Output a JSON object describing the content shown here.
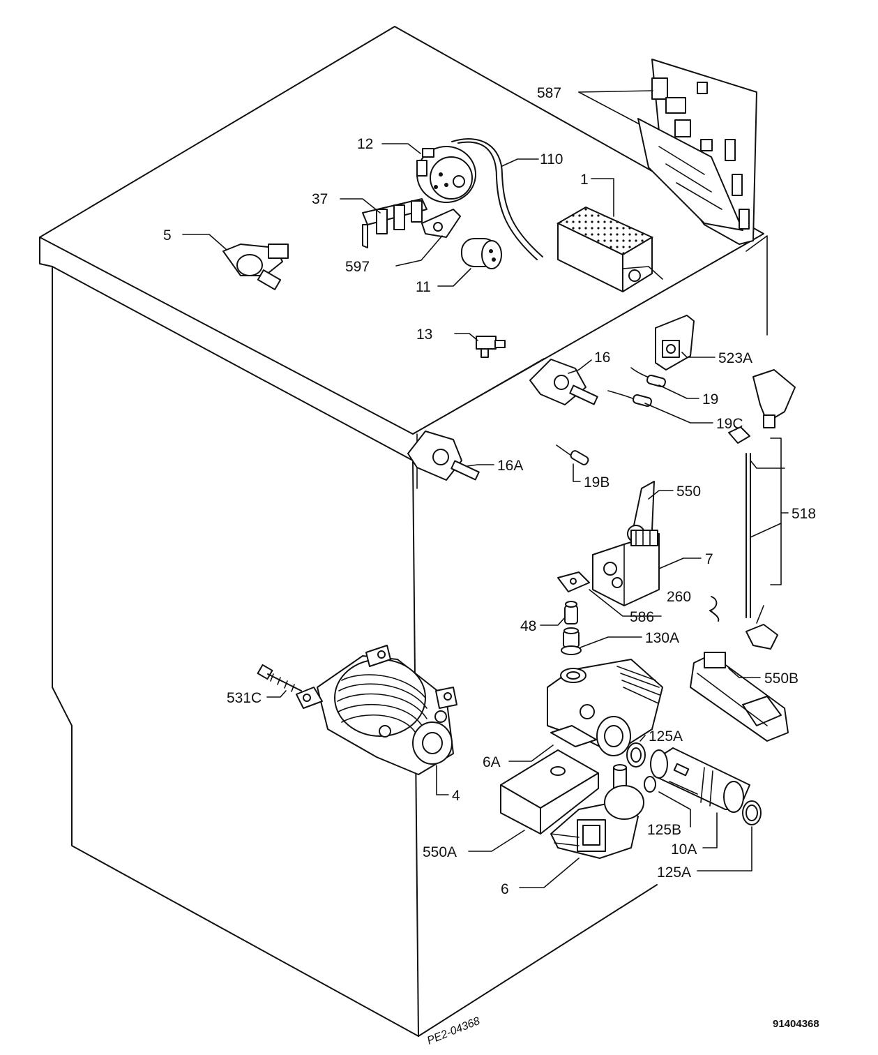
{
  "diagram": {
    "labels": {
      "l587": "587",
      "l12": "12",
      "l110": "110",
      "l1": "1",
      "l37": "37",
      "l5": "5",
      "l597": "597",
      "l11": "11",
      "l13": "13",
      "l16": "16",
      "l523a": "523A",
      "l19": "19",
      "l19c": "19C",
      "l16a": "16A",
      "l19b": "19B",
      "l550": "550",
      "l518": "518",
      "l7": "7",
      "l260": "260",
      "l586": "586",
      "l48": "48",
      "l130a": "130A",
      "l550b": "550B",
      "l531c": "531C",
      "l125a_top": "125A",
      "l6a": "6A",
      "l4": "4",
      "l125b": "125B",
      "l10a": "10A",
      "l125a_bottom": "125A",
      "l550a": "550A",
      "l6": "6"
    },
    "handwritten_code": "PE2-04368",
    "document_number": "91404368"
  }
}
